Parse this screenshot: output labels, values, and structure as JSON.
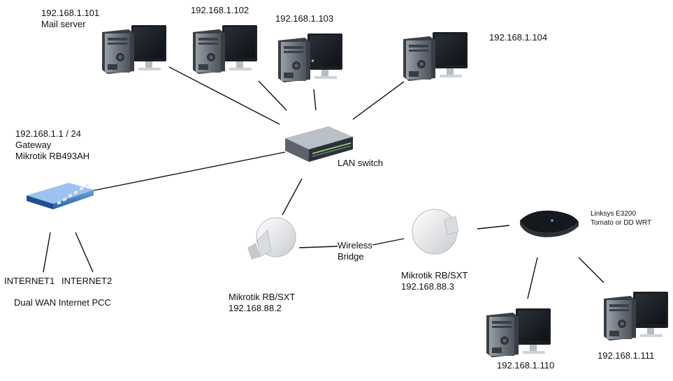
{
  "pc_mail": {
    "ip": "192.168.1.101",
    "role": "Mail server"
  },
  "pc_102": {
    "ip": "192.168.1.102"
  },
  "pc_103": {
    "ip": "192.168.1.103"
  },
  "pc_104": {
    "ip": "192.168.1.104"
  },
  "gateway": {
    "ip": "192.168.1.1 / 24",
    "role": "Gateway",
    "model": "Mikrotik RB493AH"
  },
  "switch": {
    "label": "LAN switch"
  },
  "internet": {
    "wan1": "INTERNET1",
    "wan2": "INTERNET2",
    "note": "Dual WAN Internet PCC"
  },
  "sxt_left": {
    "model": "Mikrotik RB/SXT",
    "ip": "192.168.88.2"
  },
  "sxt_right": {
    "model": "Mikrotik RB/SXT",
    "ip": "192.168.88.3"
  },
  "bridge": {
    "line1": "Wireless",
    "line2": "Bridge"
  },
  "router": {
    "model": "Linksys E3200",
    "firmware": "Tomato or DD WRT"
  },
  "pc_110": {
    "ip": "192.168.1.110"
  },
  "pc_111": {
    "ip": "192.168.1.111"
  }
}
